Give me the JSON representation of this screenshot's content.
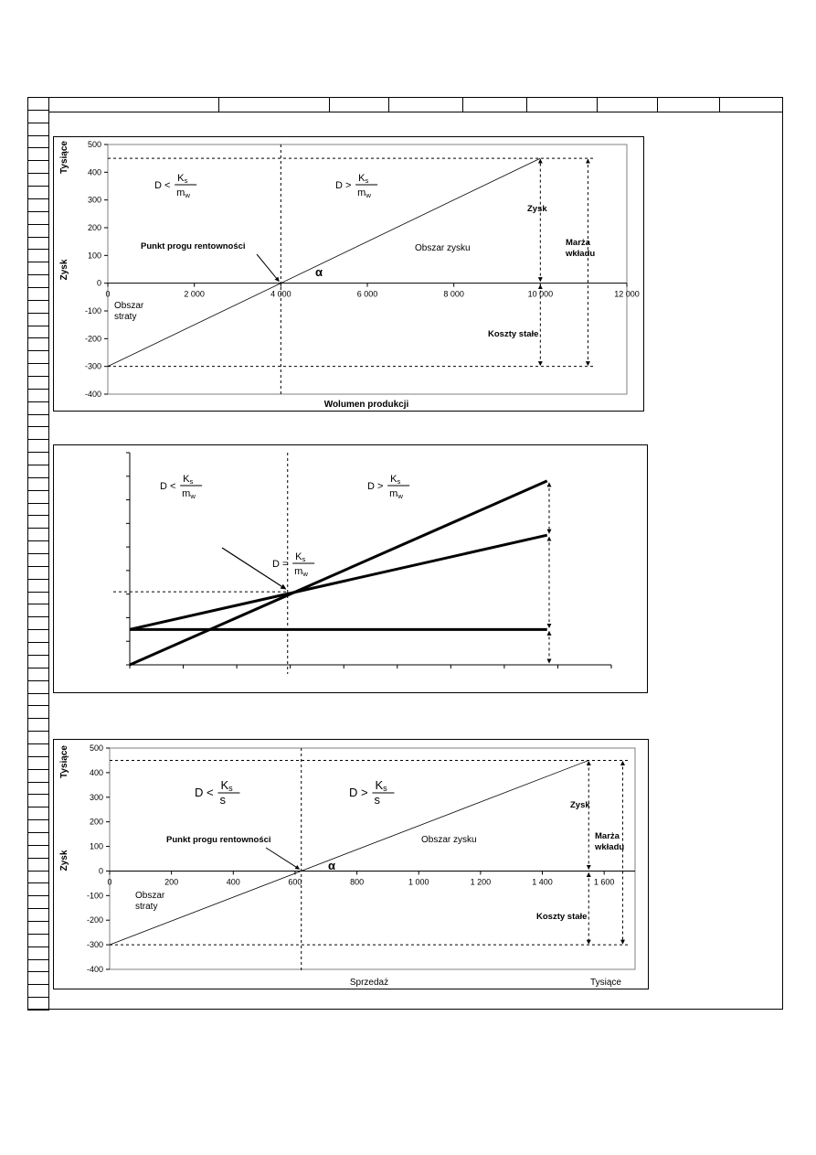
{
  "sheet": {
    "row_count": 72,
    "column_dividers": 10
  },
  "chart_data": [
    {
      "type": "line",
      "xlabel": "Wolumen produkcji",
      "ylabel_top": "Tysiące",
      "ylabel_bottom": "Zysk",
      "xlim": [
        0,
        12000
      ],
      "ylim": [
        -400,
        500
      ],
      "x_ticks": [
        0,
        2000,
        4000,
        6000,
        8000,
        10000,
        12000
      ],
      "x_tick_labels": [
        "0",
        "2 000",
        "4 000",
        "6 000",
        "8 000",
        "10 000",
        "12 000"
      ],
      "y_ticks": [
        -400,
        -300,
        -200,
        -100,
        0,
        100,
        200,
        300,
        400,
        500
      ],
      "y_tick_labels": [
        "-400",
        "-300",
        "-200",
        "-100",
        "0",
        "100",
        "200",
        "300",
        "400",
        "500"
      ],
      "series": [
        {
          "x": [
            0,
            10000
          ],
          "y": [
            -300,
            450
          ]
        }
      ],
      "break_even_x": 4000,
      "fixed_cost_level": -300,
      "max_profit_level": 450,
      "profit_arrow_x": 10000,
      "margin_arrow_x": 11100,
      "annotations": {
        "break_even": "Punkt progu rentowności",
        "profit_area": "Obszar zysku",
        "loss_area_1": "Obszar",
        "loss_area_2": "straty",
        "profit": "Zysk",
        "fixed_costs": "Koszty stałe",
        "margin_1": "Marża",
        "margin_2": "wkładu",
        "alpha": "α",
        "formula_left": "D <",
        "formula_right": "D >",
        "frac_num": "Ks",
        "frac_den": "mw"
      }
    },
    {
      "type": "line",
      "xlim": [
        0,
        9
      ],
      "ylim": [
        0,
        9
      ],
      "x_ticks": [
        0,
        1,
        2,
        3,
        4,
        5,
        6,
        7,
        8,
        9
      ],
      "y_ticks": [
        0,
        1,
        2,
        3,
        4,
        5,
        6,
        7,
        8,
        9
      ],
      "series": [
        {
          "x": [
            0,
            7.8
          ],
          "y": [
            0,
            7.8
          ]
        },
        {
          "x": [
            0,
            7.8
          ],
          "y": [
            1.5,
            5.5
          ]
        },
        {
          "x": [
            0,
            7.8
          ],
          "y": [
            1.5,
            1.5
          ]
        }
      ],
      "break_even_x": 2.95,
      "break_even_y": 3.1,
      "annotations": {
        "formula_left": "D <",
        "formula_right": "D >",
        "formula_center": "D =",
        "frac_num": "Ks",
        "frac_den": "mw"
      }
    },
    {
      "type": "line",
      "xlabel": "Sprzedaż",
      "xlabel_unit": "Tysiące",
      "ylabel_top": "Tysiące",
      "ylabel_bottom": "Zysk",
      "xlim": [
        0,
        1700
      ],
      "ylim": [
        -400,
        500
      ],
      "x_ticks": [
        0,
        200,
        400,
        600,
        800,
        1000,
        1200,
        1400,
        1600
      ],
      "x_tick_labels": [
        "0",
        "200",
        "400",
        "600",
        "800",
        "1 000",
        "1 200",
        "1 400",
        "1 600"
      ],
      "y_ticks": [
        -400,
        -300,
        -200,
        -100,
        0,
        100,
        200,
        300,
        400,
        500
      ],
      "y_tick_labels": [
        "-400",
        "-300",
        "-200",
        "-100",
        "0",
        "100",
        "200",
        "300",
        "400",
        "500"
      ],
      "series": [
        {
          "x": [
            0,
            1550
          ],
          "y": [
            -300,
            450
          ]
        }
      ],
      "break_even_x": 620,
      "fixed_cost_level": -300,
      "max_profit_level": 450,
      "profit_arrow_x": 1550,
      "margin_arrow_x": 1660,
      "annotations": {
        "break_even": "Punkt progu rentowności",
        "profit_area": "Obszar zysku",
        "loss_area_1": "Obszar",
        "loss_area_2": "straty",
        "profit": "Zysk",
        "fixed_costs": "Koszty stałe",
        "margin_1": "Marża",
        "margin_2": "wkładu",
        "alpha": "α",
        "formula_left": "D <",
        "formula_right": "D >",
        "frac_num": "Ks",
        "frac_den": "s"
      }
    }
  ]
}
